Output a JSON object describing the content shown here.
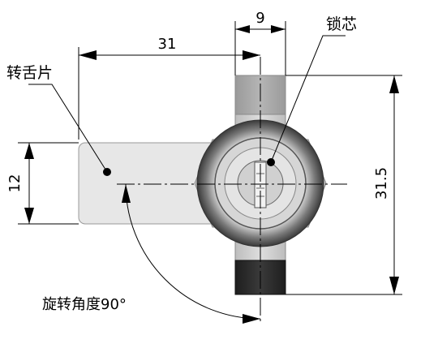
{
  "labels": {
    "tongue": "转舌片",
    "core": "锁芯",
    "rotation": "旋转角度90°"
  },
  "dimensions": {
    "width_31": "31",
    "width_9": "9",
    "height_12": "12",
    "height_31_5": "31.5"
  },
  "colors": {
    "tongue_fill": "#e7e7e7",
    "body_fill": "#cfcfcf",
    "top_fill": "#a9a9a9",
    "bottom_fill": "#2a2a2a",
    "ring_dark": "#4a4a4a",
    "line": "#000000"
  }
}
